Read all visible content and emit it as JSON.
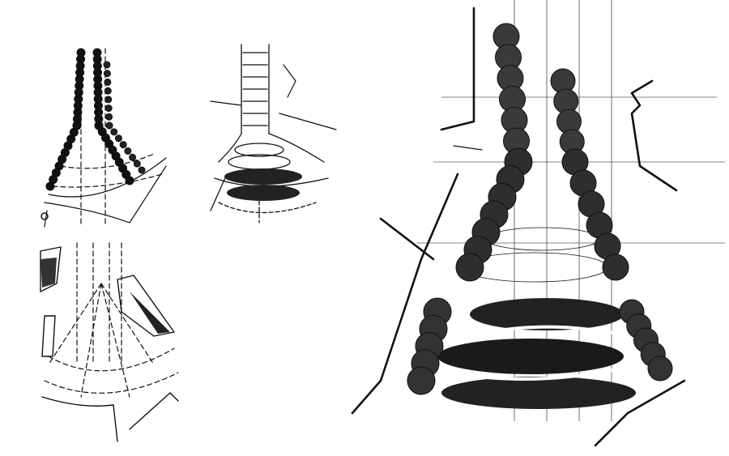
{
  "colors": {
    "ink": "#111111",
    "paper": "#ffffff",
    "hatch": "#222222"
  },
  "sketches": [
    {
      "name": "tree-lined-avenue-plan",
      "icon": "tree-row-icon"
    },
    {
      "name": "stepped-terraces-plan",
      "icon": "ladder-terrace-icon"
    },
    {
      "name": "axis-dashed-plan",
      "icon": "dashed-axis-icon"
    },
    {
      "name": "detailed-plaza-rendering",
      "icon": "plaza-perspective-icon"
    }
  ]
}
